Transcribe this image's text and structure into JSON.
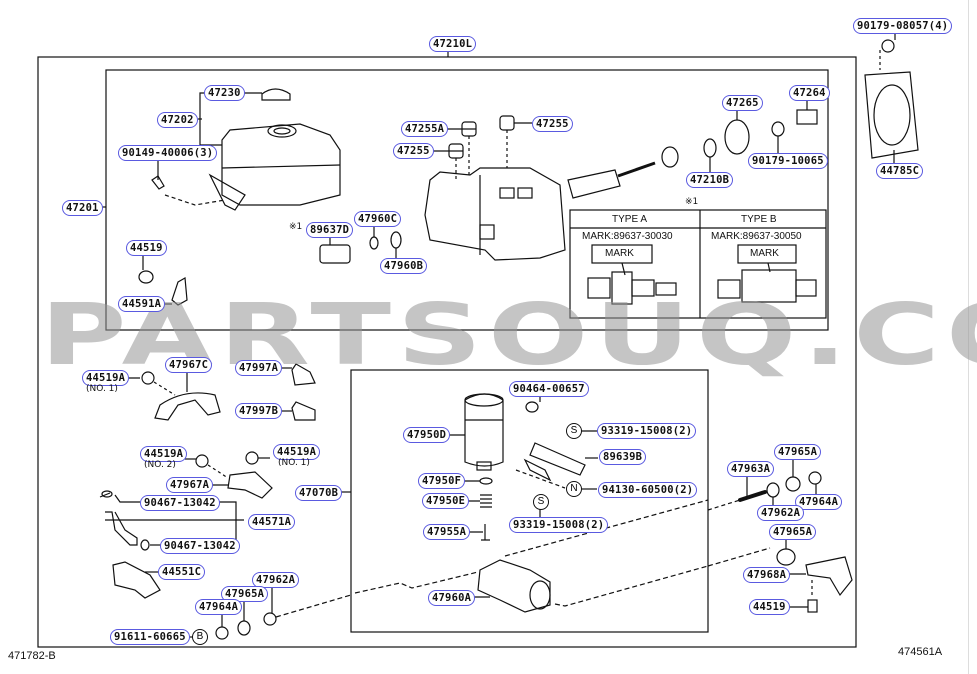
{
  "diagram": {
    "title_part": "47210L",
    "watermark": "PARTSOUQ.COM",
    "ref_left": "471782-B",
    "ref_right": "474561A",
    "note_marker": "※1",
    "sensor_table": {
      "marker": "※1",
      "type_a": {
        "header": "TYPE A",
        "mark": "MARK:89637-30030",
        "callout": "MARK"
      },
      "type_b": {
        "header": "TYPE B",
        "mark": "MARK:89637-30050",
        "callout": "MARK"
      }
    },
    "symbols": {
      "s": "S",
      "n": "N",
      "b": "B"
    },
    "parts": {
      "p47210L": "47210L",
      "p90179_08057": "90179-08057(4)",
      "p47230": "47230",
      "p47202": "47202",
      "p90149_40006": "90149-40006(3)",
      "p47201": "47201",
      "p47255A": "47255A",
      "p47255_left": "47255",
      "p47255_right": "47255",
      "p47265": "47265",
      "p47264": "47264",
      "p90179_10065": "90179-10065",
      "p47210B": "47210B",
      "p44785C": "44785C",
      "p89637D": "89637D",
      "p47960C": "47960C",
      "p47960B": "47960B",
      "p44519_top": "44519",
      "p44591A": "44591A",
      "p44519A_1": "44519A",
      "p44519A_1_note": "(NO. 1)",
      "p47967C": "47967C",
      "p47997A": "47997A",
      "p47997B": "47997B",
      "p44519A_2": "44519A",
      "p44519A_2_note": "(NO. 2)",
      "p44519A_3": "44519A",
      "p44519A_3_note": "(NO. 1)",
      "p47967A": "47967A",
      "p47070B": "47070B",
      "p90467_13042_a": "90467-13042",
      "p44571A": "44571A",
      "p90467_13042_b": "90467-13042",
      "p44551C": "44551C",
      "p47962A_left": "47962A",
      "p47965A_left": "47965A",
      "p47964A_left": "47964A",
      "p91611_60665": "91611-60665",
      "p90464_00657": "90464-00657",
      "p47950D": "47950D",
      "p93319_15008_a": "93319-15008(2)",
      "p89639B": "89639B",
      "p47950F": "47950F",
      "p94130_60500": "94130-60500(2)",
      "p47950E": "47950E",
      "p93319_15008_b": "93319-15008(2)",
      "p47955A": "47955A",
      "p47960A": "47960A",
      "p47963A": "47963A",
      "p47965A_r1": "47965A",
      "p47964A_right": "47964A",
      "p47962A_right": "47962A",
      "p47965A_r2": "47965A",
      "p47968A": "47968A",
      "p44519_bottom": "44519"
    }
  }
}
